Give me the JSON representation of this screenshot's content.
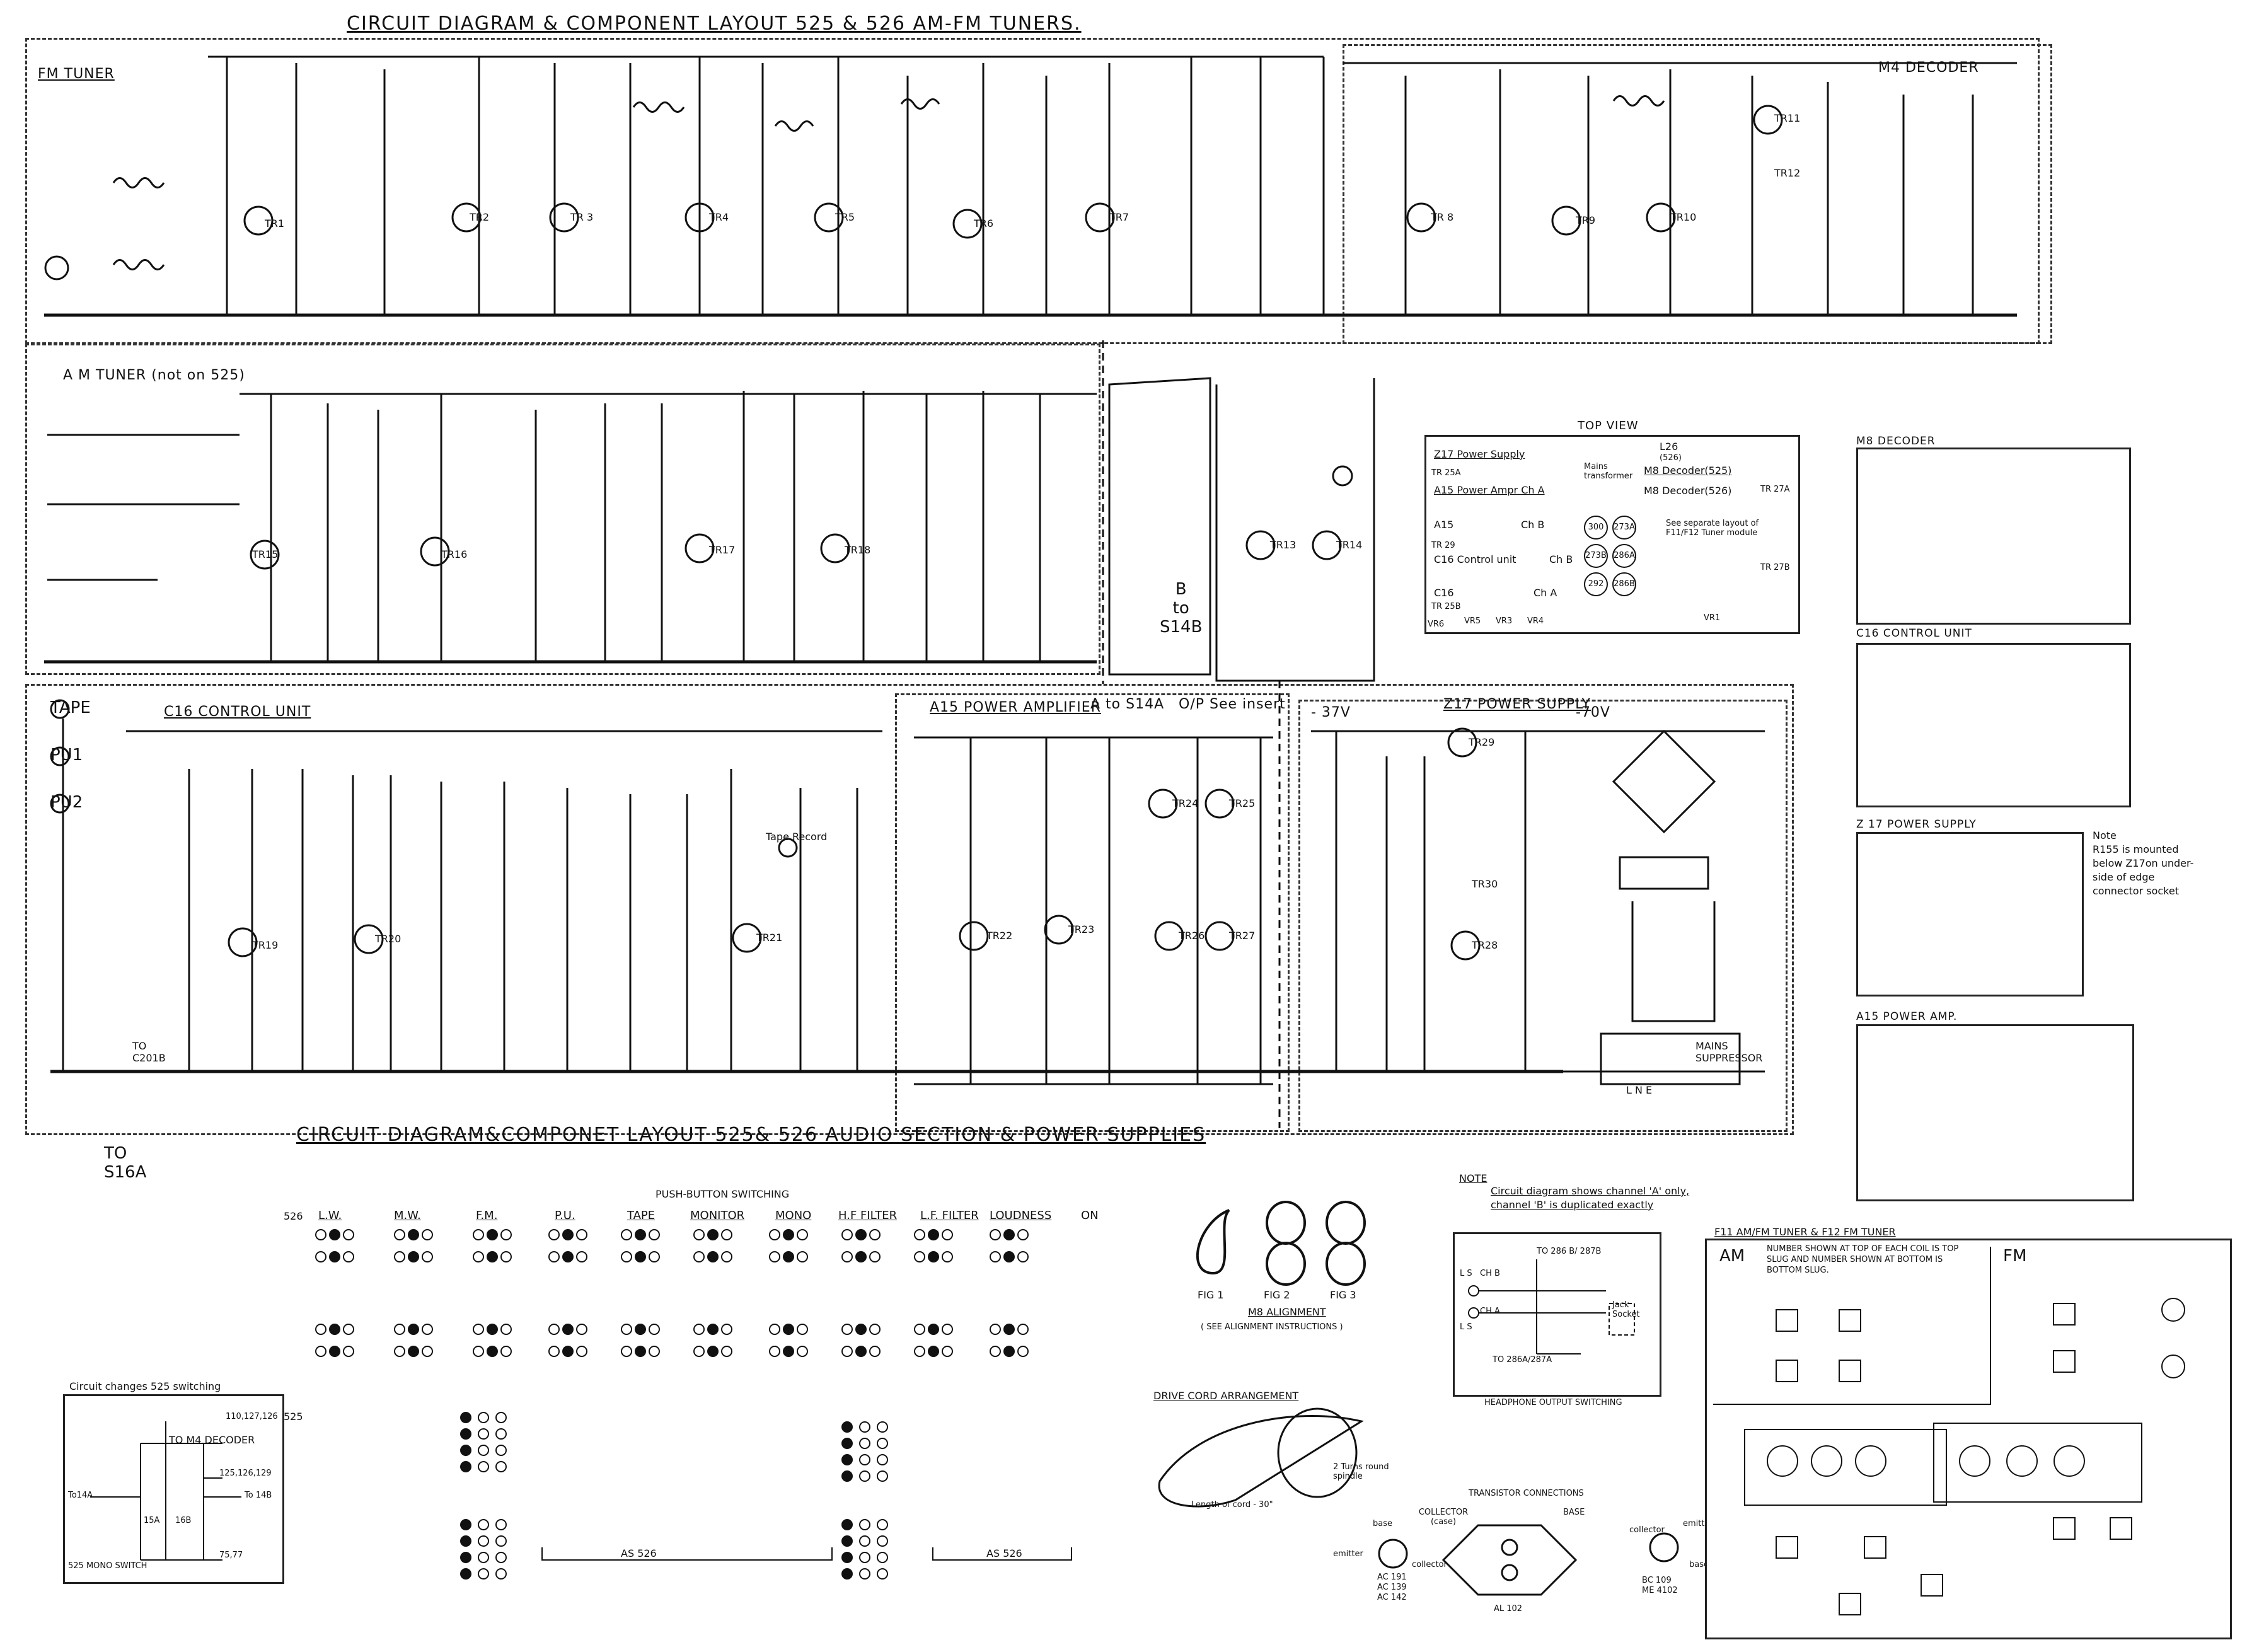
{
  "header": {
    "title_top": "CIRCUIT DIAGRAM & COMPONENT LAYOUT 525 & 526 AM-FM TUNERS.",
    "title_bottom": "CIRCUIT DIAGRAM&COMPONET LAYOUT 525& 526 AUDIO SECTION & POWER SUPPLIES"
  },
  "sections": {
    "fm_tuner": "FM TUNER",
    "m4_decoder": "M4 DECODER",
    "am_tuner": "A M TUNER (not on 525)",
    "c16_control": "C16 CONTROL UNIT",
    "a15_amp": "A15 POWER AMPLIFIER",
    "a15_out": "A to S14A",
    "op_insert": "O/P See insert",
    "z17_supply": "Z17 POWER SUPPLY",
    "minus37": "- 37V",
    "minus70": "-70V"
  },
  "left_io": {
    "tape": "TAPE",
    "pu1": "PU1",
    "pu2": "PU2",
    "to_s16a": "TO\nS16A",
    "to_c201b": "TO\nC201B",
    "b_to_s14b": "B\nto\nS14B",
    "tape_record": "Tape Record"
  },
  "transistors": {
    "fm": [
      "TR1",
      "TR2",
      "TR 3",
      "TR4",
      "TR5",
      "TR6",
      "TR7"
    ],
    "decoder": [
      "TR 8",
      "TR9",
      "TR10",
      "TR11",
      "TR12"
    ],
    "am": [
      "TR15",
      "TR16",
      "TR17",
      "TR18",
      "TR13",
      "TR14"
    ],
    "audio": [
      "TR19",
      "TR20",
      "TR21",
      "TR22",
      "TR23",
      "TR24",
      "TR25",
      "TR26",
      "TR27",
      "TR28",
      "TR29",
      "TR30"
    ]
  },
  "top_view": {
    "title": "TOP VIEW",
    "rows": [
      {
        "left": "Z17 Power Supply",
        "left_sub": "TR 25A",
        "right": "Mains transformer"
      },
      {
        "left": "A15 Power Ampr Ch A",
        "left_sub": ""
      },
      {
        "left": "A15",
        "mid": "Ch B",
        "left_sub": "TR 29"
      },
      {
        "left": "C16 Control unit",
        "mid": "Ch B",
        "left_sub": ""
      },
      {
        "left": "C16",
        "mid": "Ch A",
        "left_sub": "TR 25B"
      }
    ],
    "m8": "M8 Decoder(525)",
    "m8b": "M8 Decoder(526)",
    "l26": "L26",
    "l26b": "(526)",
    "tr27a": "TR 27A",
    "tr27b": "TR 27B",
    "note": "See separate layout of F11/F12 Tuner module",
    "circles": [
      "300",
      "273A",
      "273B",
      "286A",
      "292",
      "286B"
    ],
    "vr": [
      "VR6",
      "VR5",
      "VR3",
      "VR4",
      "VR1"
    ]
  },
  "right_boxes": {
    "m8": "M8 DECODER",
    "c16": "C16 CONTROL UNIT",
    "z17": "Z 17 POWER SUPPLY",
    "z17_note": "Note\nR155 is mounted\nbelow Z17on under-\nside of edge\nconnector socket",
    "a15": "A15 POWER AMP."
  },
  "pushbutton": {
    "title": "PUSH-BUTTON SWITCHING",
    "model_526": "526",
    "model_525": "525",
    "labels": [
      "L.W.",
      "M.W.",
      "F.M.",
      "P.U.",
      "TAPE",
      "MONITOR",
      "MONO",
      "H.F FILTER",
      "L.F. FILTER",
      "LOUDNESS",
      "ON"
    ],
    "as_526_1": "AS 526",
    "as_526_2": "AS 526"
  },
  "circuit_changes": {
    "title": "Circuit changes 525 switching",
    "to_m4": "TO M4 DECODER",
    "n1": "110,127,126",
    "n2": "125,126,129",
    "to14a": "To14A",
    "to14b": "To 14B",
    "s15a": "15A",
    "s16b": "16B",
    "n3": "75,77",
    "footer": "525 MONO SWITCH"
  },
  "m8_alignment": {
    "fig1": "FIG 1",
    "fig2": "FIG 2",
    "fig3": "FIG 3",
    "title": "M8 ALIGNMENT",
    "sub": "( SEE ALIGNMENT INSTRUCTIONS )"
  },
  "drive_cord": {
    "title": "DRIVE CORD ARRANGEMENT",
    "turns": "2 Turns round spindle",
    "length": "Length of cord - 30\""
  },
  "note": {
    "title": "NOTE",
    "line1": "Circuit diagram shows channel 'A' only,",
    "line2": "channel 'B' is duplicated exactly"
  },
  "headphone": {
    "title": "HEADPHONE OUTPUT SWITCHING",
    "to_top": "TO 286 B/ 287B",
    "to_bottom": "TO 286A/287A",
    "jack": "Jack Socket",
    "ls": "L S",
    "chb": "CH B",
    "cha": "CH A"
  },
  "transistor_conn": {
    "title": "TRANSISTOR CONNECTIONS",
    "collector_case": "COLLECTOR (case)",
    "base": "BASE",
    "emitter": "emitter",
    "collector": "collector",
    "base_l": "base",
    "types_left": "AC 191\nAC 139\nAC 142",
    "type_mid": "AL 102",
    "types_right": "BC 109\nME 4102"
  },
  "f11": {
    "title": "F11 AM/FM TUNER & F12 FM TUNER",
    "am": "AM",
    "fm": "FM",
    "note": "NUMBER SHOWN AT TOP OF EACH COIL IS TOP SLUG AND NUMBER SHOWN AT BOTTOM IS BOTTOM SLUG."
  },
  "mains": {
    "suppressor": "MAINS\nSUPPRESSOR",
    "lne": "L N E"
  }
}
